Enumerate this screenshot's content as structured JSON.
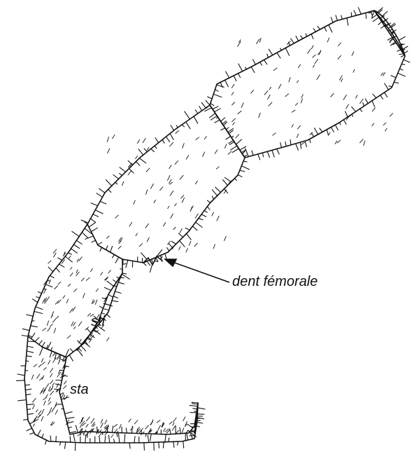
{
  "figure": {
    "labels": {
      "dent_femorale": "dent fémorale",
      "sti": "sti",
      "sta": "sta"
    }
  }
}
